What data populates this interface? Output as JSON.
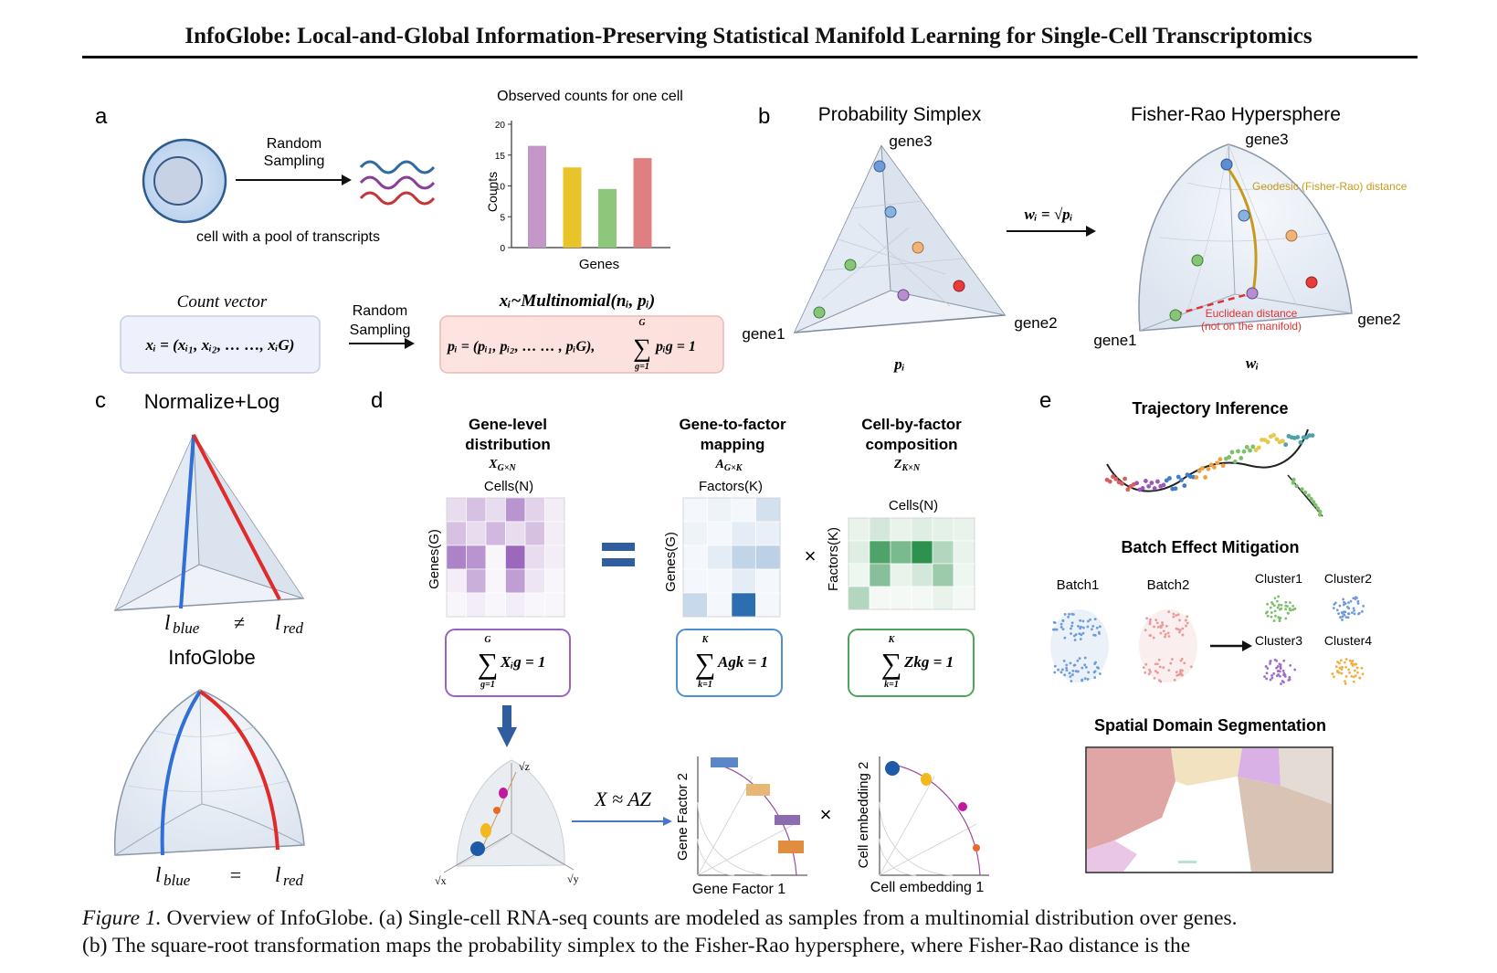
{
  "header": {
    "title": "InfoGlobe: Local-and-Global Information-Preserving Statistical Manifold Learning for Single-Cell Transcriptomics"
  },
  "panel_a": {
    "label": "a",
    "cell_caption": "cell with a pool of transcripts",
    "sampling_label_1": "Random",
    "sampling_label_2": "Sampling",
    "chart_title": "Observed counts for one cell",
    "count_vector_title": "Count vector",
    "count_vector_formula": "xᵢ = (xᵢ₁, xᵢ₂, … …, xᵢG)",
    "multinomial_title": "xᵢ~Multinomial(nᵢ, pᵢ)",
    "prob_formula": "pᵢ = (pᵢ₁, pᵢ₂, … … ,  pᵢG),",
    "sum_formula": "pᵢg = 1",
    "sum_top": "G",
    "sum_bottom": "g=1",
    "sampling2_label_1": "Random",
    "sampling2_label_2": "Sampling"
  },
  "panel_b": {
    "label": "b",
    "simplex_title": "Probability Simplex",
    "sphere_title": "Fisher-Rao Hypersphere",
    "gene1": "gene1",
    "gene2": "gene2",
    "gene3": "gene3",
    "simplex_axis": "pᵢ",
    "sphere_axis": "wᵢ",
    "map_formula": "wᵢ = √pᵢ",
    "geodesic_label": "Geodesic (Fisher-Rao) distance",
    "euclid_label_1": "Euclidean distance",
    "euclid_label_2": "(not on the manifold)"
  },
  "panel_c": {
    "label": "c",
    "title_top": "Normalize+Log",
    "title_bottom": "InfoGlobe",
    "l_blue": "l",
    "l_blue_sub": "blue",
    "l_red": "l",
    "l_red_sub": "red",
    "neq": "≠",
    "eq": "="
  },
  "panel_d": {
    "label": "d",
    "col1_title_1": "Gene-level",
    "col1_title_2": "distribution",
    "col1_symbol": "X",
    "col1_sub": "G×N",
    "col1_axis_top": "Cells(N)",
    "col1_axis_left": "Genes(G)",
    "col2_title_1": "Gene-to-factor",
    "col2_title_2": "mapping",
    "col2_symbol": "A",
    "col2_sub": "G×K",
    "col2_axis_top": "Factors(K)",
    "col2_axis_left": "Genes(G)",
    "col3_title_1": "Cell-by-factor",
    "col3_title_2": "composition",
    "col3_symbol": "Z",
    "col3_sub": "K×N",
    "col3_axis_top": "Cells(N)",
    "col3_axis_left": "Factors(K)",
    "times": "×",
    "sum1": "Xᵢg = 1",
    "sum1_top": "G",
    "sum1_bottom": "g=1",
    "sum2": "Agk = 1",
    "sum2_top": "K",
    "sum2_bottom": "k=1",
    "sum3": "Zkg = 1",
    "sum3_top": "K",
    "sum3_bottom": "k=1",
    "approx": "X ≈ AZ",
    "sqrt_z": "√z",
    "sqrt_x": "√x",
    "sqrt_y": "√y",
    "gene_factor_1": "Gene Factor 1",
    "gene_factor_2": "Gene Factor 2",
    "cell_embedding_1": "Cell embedding 1",
    "cell_embedding_2": "Cell embedding 2"
  },
  "panel_e": {
    "label": "e",
    "traj_title": "Trajectory Inference",
    "batch_title": "Batch Effect Mitigation",
    "batch1": "Batch1",
    "batch2": "Batch2",
    "cluster1": "Cluster1",
    "cluster2": "Cluster2",
    "cluster3": "Cluster3",
    "cluster4": "Cluster4",
    "spatial_title": "Spatial Domain Segmentation"
  },
  "caption": {
    "figure_label": "Figure 1.",
    "line1": "Overview of InfoGlobe. (a) Single-cell RNA-seq counts are modeled as samples from a multinomial distribution over genes.",
    "line2": "(b) The square-root transformation maps the probability simplex to the Fisher-Rao hypersphere, where Fisher-Rao distance is the"
  },
  "chart_data": {
    "type": "bar",
    "title": "Observed counts for one cell",
    "xlabel": "Genes",
    "ylabel": "Counts",
    "ylim": [
      0,
      20
    ],
    "yticks": [
      0,
      5,
      10,
      15,
      20
    ],
    "values": [
      16.5,
      13,
      9.5,
      14.5
    ],
    "colors": [
      "#c497c9",
      "#e9c32a",
      "#8dc77b",
      "#e07f81"
    ]
  }
}
